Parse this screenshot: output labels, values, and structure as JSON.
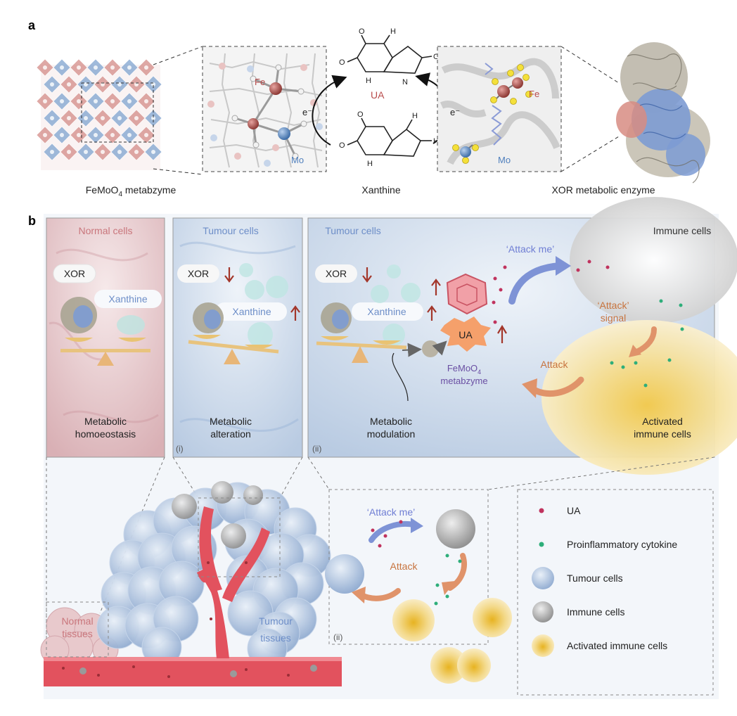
{
  "panel_a": {
    "label": "a",
    "fe_label": "Fe",
    "mo_label": "Mo",
    "electron_left": "e⁻",
    "electron_right": "e⁻",
    "ua_label": "UA",
    "fe_label_right": "Fe",
    "mo_label_right": "Mo",
    "caption_left": "FeMoO",
    "caption_left_sub": "4",
    "caption_left_tail": " metabzyme",
    "caption_mid": "Xanthine",
    "caption_right": "XOR metabolic enzyme",
    "atoms": {
      "O": "O",
      "N": "N",
      "H": "H"
    }
  },
  "panel_b": {
    "label": "b",
    "normal": {
      "title": "Normal cells",
      "xor": "XOR",
      "xanthine": "Xanthine",
      "caption_1": "Metabolic",
      "caption_2": "homoeostasis"
    },
    "tumour1": {
      "title": "Tumour cells",
      "xor": "XOR",
      "xanthine": "Xanthine",
      "caption_1": "Metabolic",
      "caption_2": "alteration",
      "index": "(i)"
    },
    "tumour2": {
      "title": "Tumour cells",
      "xor": "XOR",
      "xanthine": "Xanthine",
      "ua": "UA",
      "metabzyme_1": "FeMoO",
      "metabzyme_sub": "4",
      "metabzyme_2": "metabzyme",
      "caption_1": "Metabolic",
      "caption_2": "modulation",
      "index": "(ii)"
    },
    "immune": {
      "title": "Immune cells",
      "attack_me": "‘Attack me’",
      "attack_signal_1": "‘Attack’",
      "attack_signal_2": "signal",
      "attack": "Attack",
      "activated_1": "Activated",
      "activated_2": "immune cells"
    },
    "tissue": {
      "normal_1": "Normal",
      "normal_2": "tissues",
      "tumour_1": "Tumour",
      "tumour_2": "tissues"
    },
    "inset": {
      "attack_me": "‘Attack me’",
      "attack": "Attack",
      "index": "(ii)"
    },
    "legend": [
      {
        "label": "UA",
        "color": "#c0335e"
      },
      {
        "label": "Proinflammatory cytokine",
        "color": "#2eae7a"
      },
      {
        "label": "Tumour cells",
        "color": "#7fa3cf"
      },
      {
        "label": "Immune cells",
        "color": "#8a8a8a"
      },
      {
        "label": "Activated immune cells",
        "color": "#e1b73c"
      }
    ]
  },
  "colors": {
    "red_arrow": "#a3362a",
    "attack_orange": "#e0936a",
    "attack_blue": "#7e93d6",
    "fe_red": "#b94c4c",
    "mo_blue": "#4f7fbd"
  }
}
